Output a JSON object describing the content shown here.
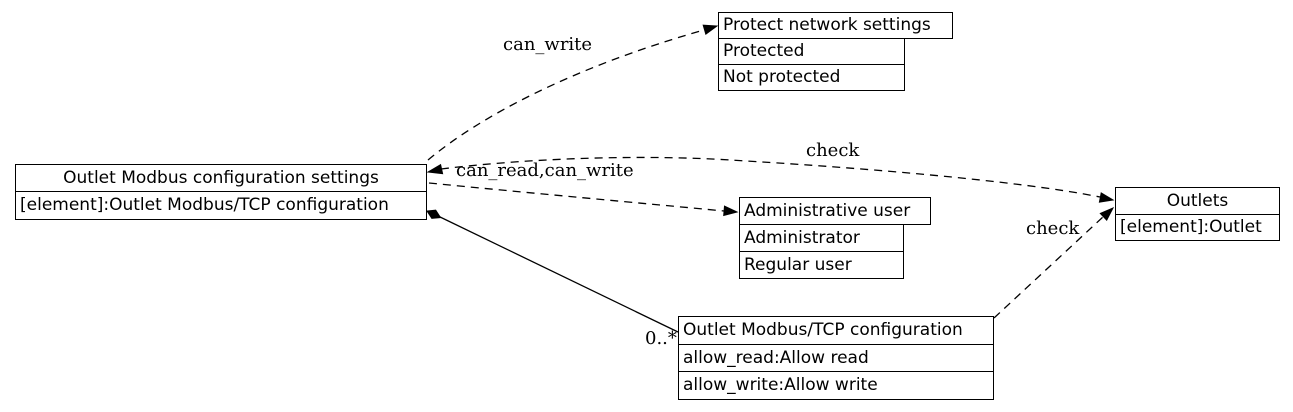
{
  "nodes": {
    "settings": {
      "title": "Outlet Modbus configuration settings",
      "attrs": [
        "[element]:Outlet Modbus/TCP configuration"
      ]
    },
    "protect_enum": {
      "title": "Protect network settings",
      "values": [
        "Protected",
        "Not protected"
      ]
    },
    "admin_enum": {
      "title": "Administrative user",
      "values": [
        "Administrator",
        "Regular user"
      ]
    },
    "outlets": {
      "title": "Outlets",
      "attrs": [
        "[element]:Outlet"
      ]
    },
    "modbus_config": {
      "title": "Outlet Modbus/TCP configuration",
      "attrs": [
        "allow_read:Allow read",
        "allow_write:Allow write"
      ]
    }
  },
  "edges": [
    {
      "label": "can_write",
      "from": "Outlet Modbus configuration settings",
      "to": "Protect network settings",
      "style": "dashed"
    },
    {
      "label": "can_read,can_write",
      "from": "Outlet Modbus configuration settings",
      "to": "Administrative user",
      "style": "dashed"
    },
    {
      "label": "check",
      "from": "Outlet Modbus configuration settings",
      "to": "Outlets",
      "style": "dashed"
    },
    {
      "label": "check",
      "from": "Outlet Modbus/TCP configuration",
      "to": "Outlets",
      "style": "dashed"
    },
    {
      "label": "0..*",
      "from": "Outlet Modbus configuration settings",
      "to": "Outlet Modbus/TCP configuration",
      "style": "solid-composition"
    }
  ],
  "colors": {
    "line": "#000000",
    "background": "#ffffff"
  }
}
